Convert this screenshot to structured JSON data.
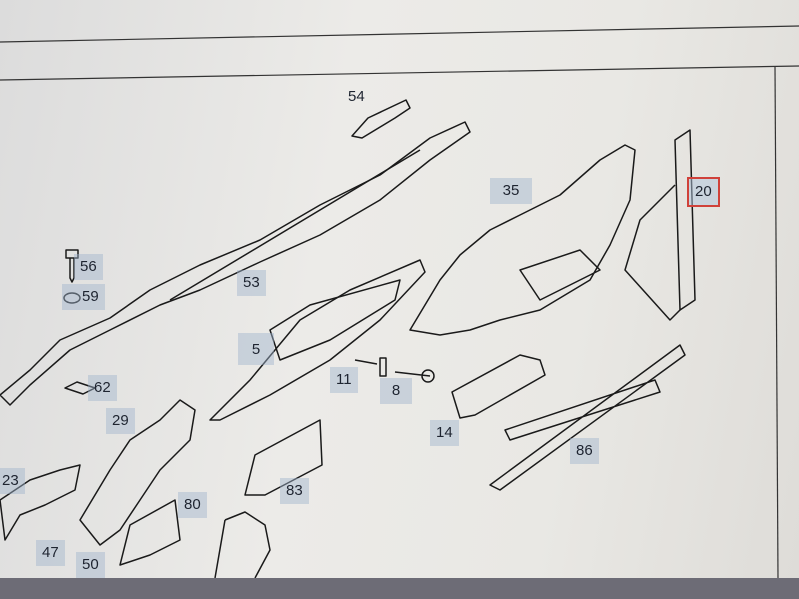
{
  "diagram": {
    "callouts": [
      "54",
      "35",
      "20",
      "56",
      "59",
      "53",
      "5",
      "11",
      "8",
      "62",
      "29",
      "14",
      "86",
      "23",
      "80",
      "83",
      "47",
      "50"
    ],
    "selected_callout": "20",
    "colors": {
      "highlight": "#a0b4cd",
      "selected_border": "#d0413a",
      "line": "#1a1a1a"
    }
  }
}
